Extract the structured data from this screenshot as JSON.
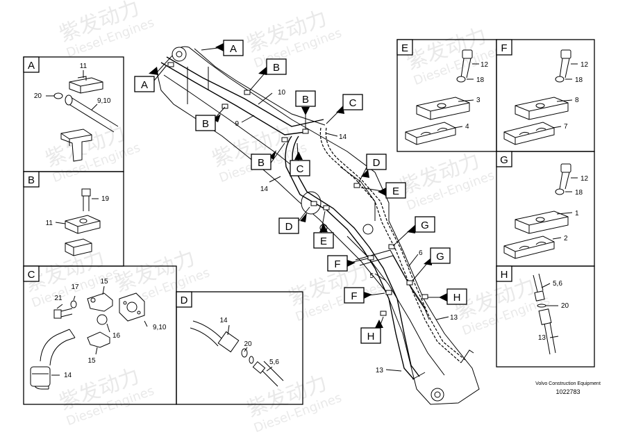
{
  "watermark": {
    "brand": "紫发动力",
    "sub": "Diesel-Engines"
  },
  "boxes": {
    "A": {
      "title": "A",
      "labels": [
        "11",
        "20",
        "9,10"
      ]
    },
    "B": {
      "title": "B",
      "labels": [
        "19",
        "11"
      ]
    },
    "C": {
      "title": "C",
      "labels": [
        "15",
        "17",
        "21",
        "16",
        "9,10",
        "15",
        "14"
      ]
    },
    "D": {
      "title": "D",
      "labels": [
        "14",
        "20",
        "5,6"
      ]
    },
    "E": {
      "title": "E",
      "labels": [
        "12",
        "18",
        "3",
        "4"
      ]
    },
    "F": {
      "title": "F",
      "labels": [
        "12",
        "18",
        "8",
        "7"
      ]
    },
    "G": {
      "title": "G",
      "labels": [
        "12",
        "18",
        "1",
        "2"
      ]
    },
    "H": {
      "title": "H",
      "labels": [
        "5,6",
        "20",
        "13"
      ]
    }
  },
  "callouts": [
    "A",
    "A",
    "B",
    "B",
    "B",
    "B",
    "C",
    "C",
    "D",
    "D",
    "E",
    "E",
    "F",
    "F",
    "G",
    "G",
    "H",
    "H"
  ],
  "main_labels": [
    "10",
    "9",
    "14",
    "14",
    "6",
    "5",
    "13",
    "13"
  ],
  "footer": {
    "company": "Volvo Construction Equipment",
    "number": "1022783"
  }
}
